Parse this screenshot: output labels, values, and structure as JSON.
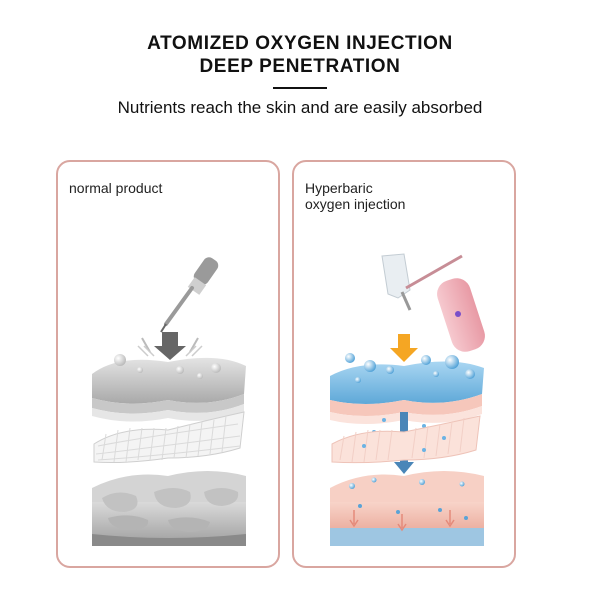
{
  "header": {
    "title_line1": "ATOMIZED OXYGEN INJECTION",
    "title_line2": "DEEP PENETRATION",
    "subtitle": "Nutrients reach the skin and are easily absorbed"
  },
  "panels": {
    "left": {
      "label": "normal product",
      "icon": "dropper-icon"
    },
    "right": {
      "label_line1": "Hyperbaric",
      "label_line2": "oxygen injection",
      "icon": "oxygen-sprayer-icon"
    }
  },
  "colors": {
    "panel_border": "#d9a6a0",
    "skin_grey": "#b9b9b9",
    "skin_blue": "#8fc3e6",
    "skin_pink": "#f2c2b6",
    "arrow_orange": "#f5a623"
  }
}
